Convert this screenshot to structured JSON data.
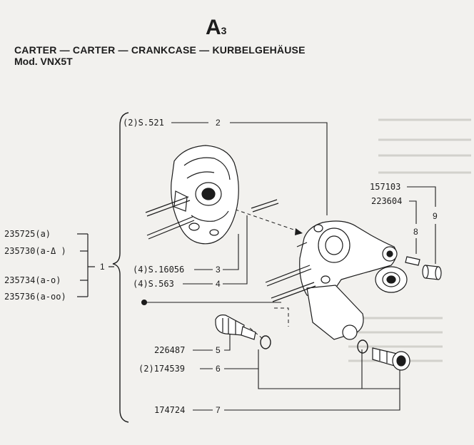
{
  "header": {
    "plate_letter": "A",
    "plate_number": "3",
    "title": "CARTER — CARTER — CRANKCASE — KURBELGEHÄUSE",
    "model": "Mod. VNX5T"
  },
  "group_codes": [
    "235725(a)",
    "235730(a-Δ )",
    "235734(a-o)",
    "235736(a-oo)"
  ],
  "group_ref": "1",
  "parts": [
    {
      "code": "(2)S.521",
      "ref": "2"
    },
    {
      "code": "(4)S.16056",
      "ref": "3"
    },
    {
      "code": "(4)S.563",
      "ref": "4"
    },
    {
      "code": "226487",
      "ref": "5"
    },
    {
      "code": "(2)174539",
      "ref": "6"
    },
    {
      "code": "174724",
      "ref": "7"
    },
    {
      "code": "223604",
      "ref": "8"
    },
    {
      "code": "157103",
      "ref": "9"
    }
  ],
  "colors": {
    "paper": "#f2f1ee",
    "ink": "#1c1c1c",
    "ghost": "#c9c8c4"
  }
}
